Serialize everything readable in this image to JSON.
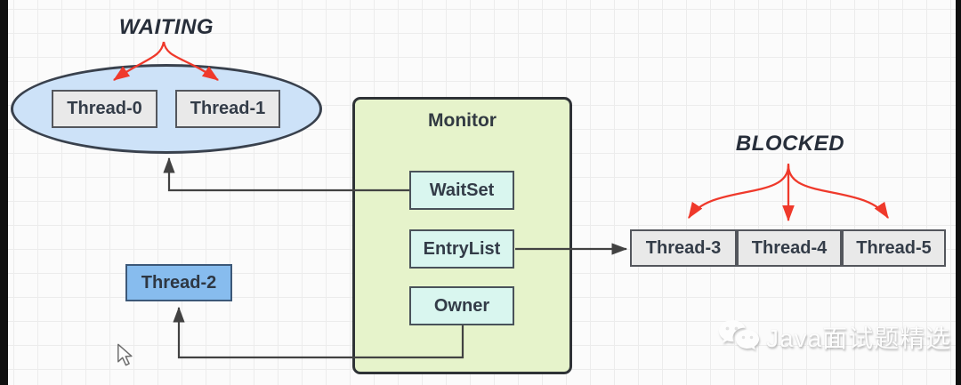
{
  "state_labels": {
    "waiting": "WAITING",
    "blocked": "BLOCKED"
  },
  "monitor": {
    "title": "Monitor",
    "wait_set_label": "WaitSet",
    "entry_list_label": "EntryList",
    "owner_label": "Owner"
  },
  "threads": {
    "waiting": [
      "Thread-0",
      "Thread-1"
    ],
    "owner": "Thread-2",
    "blocked": [
      "Thread-3",
      "Thread-4",
      "Thread-5"
    ]
  },
  "watermark": {
    "icon": "wechat-icon",
    "label": "Java面试题精选"
  },
  "colors": {
    "waiting_ellipse_fill": "#cde2f8",
    "thread_box_fill": "#e9e9e9",
    "monitor_fill": "#e6f3cb",
    "monitor_inner_box_fill": "#d9f6ef",
    "owner_thread_fill": "#87bcee",
    "arrow_red": "#ef392b",
    "arrow_dark": "#424242",
    "grid_line": "#ececec"
  }
}
